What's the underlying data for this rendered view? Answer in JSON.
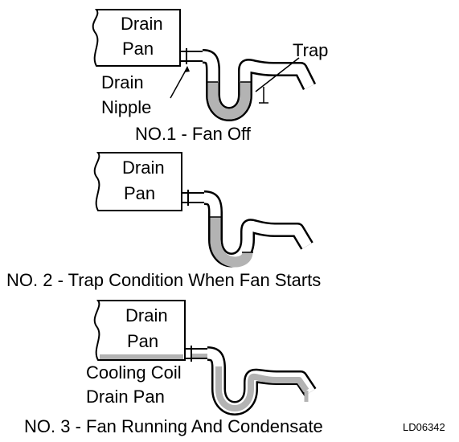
{
  "colors": {
    "water": "#b3b3b3",
    "line": "#000000",
    "background": "#ffffff"
  },
  "panel1": {
    "pan_line1": "Drain",
    "pan_line2": "Pan",
    "nipple_line1": "Drain",
    "nipple_line2": "Nipple",
    "trap_label": "Trap",
    "caption": "NO.1 - Fan Off"
  },
  "panel2": {
    "pan_line1": "Drain",
    "pan_line2": "Pan",
    "caption": "NO. 2 - Trap Condition When Fan Starts"
  },
  "panel3": {
    "pan_line1": "Drain",
    "pan_line2": "Pan",
    "coil_line1": "Cooling Coil",
    "coil_line2": "Drain Pan",
    "caption": "NO. 3 - Fan Running And Condensate"
  },
  "code": "LD06342"
}
